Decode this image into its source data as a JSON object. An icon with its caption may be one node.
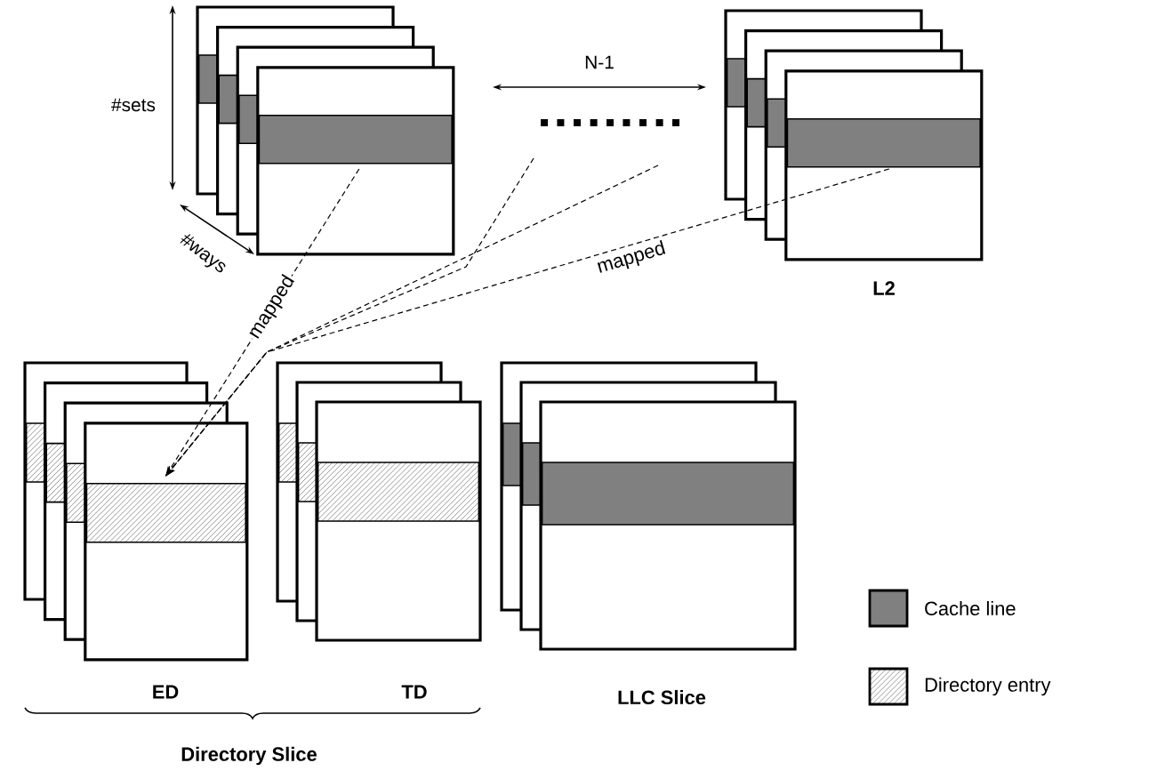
{
  "diagram": {
    "nodes": [
      {
        "text": [],
        "shape": "box"
      },
      {
        "text": [],
        "shape": "dots"
      },
      {
        "text": [
          "L2"
        ]
      },
      {
        "text": [
          "ED"
        ]
      },
      {
        "text": [
          "TD"
        ]
      },
      {
        "text": [
          "LLC Slice"
        ]
      }
    ],
    "edges": [
      {
        "from": 0,
        "to": 3,
        "arrow": "to",
        "style": "dashed",
        "label": "mapped"
      },
      {
        "from": 1,
        "to": 3,
        "arrow": "to",
        "style": "dashed"
      },
      {
        "from": 1,
        "to": 3,
        "arrow": "to",
        "style": "dashed"
      },
      {
        "from": 2,
        "to": 3,
        "arrow": "to",
        "style": "dashed",
        "label": "mapped"
      }
    ],
    "labels": [
      "#sets",
      "#ways",
      "N-1",
      "Directory Slice"
    ],
    "legend": [
      {
        "text": "Cache line",
        "color": "#808080"
      },
      {
        "text": "Directory entry"
      }
    ]
  }
}
